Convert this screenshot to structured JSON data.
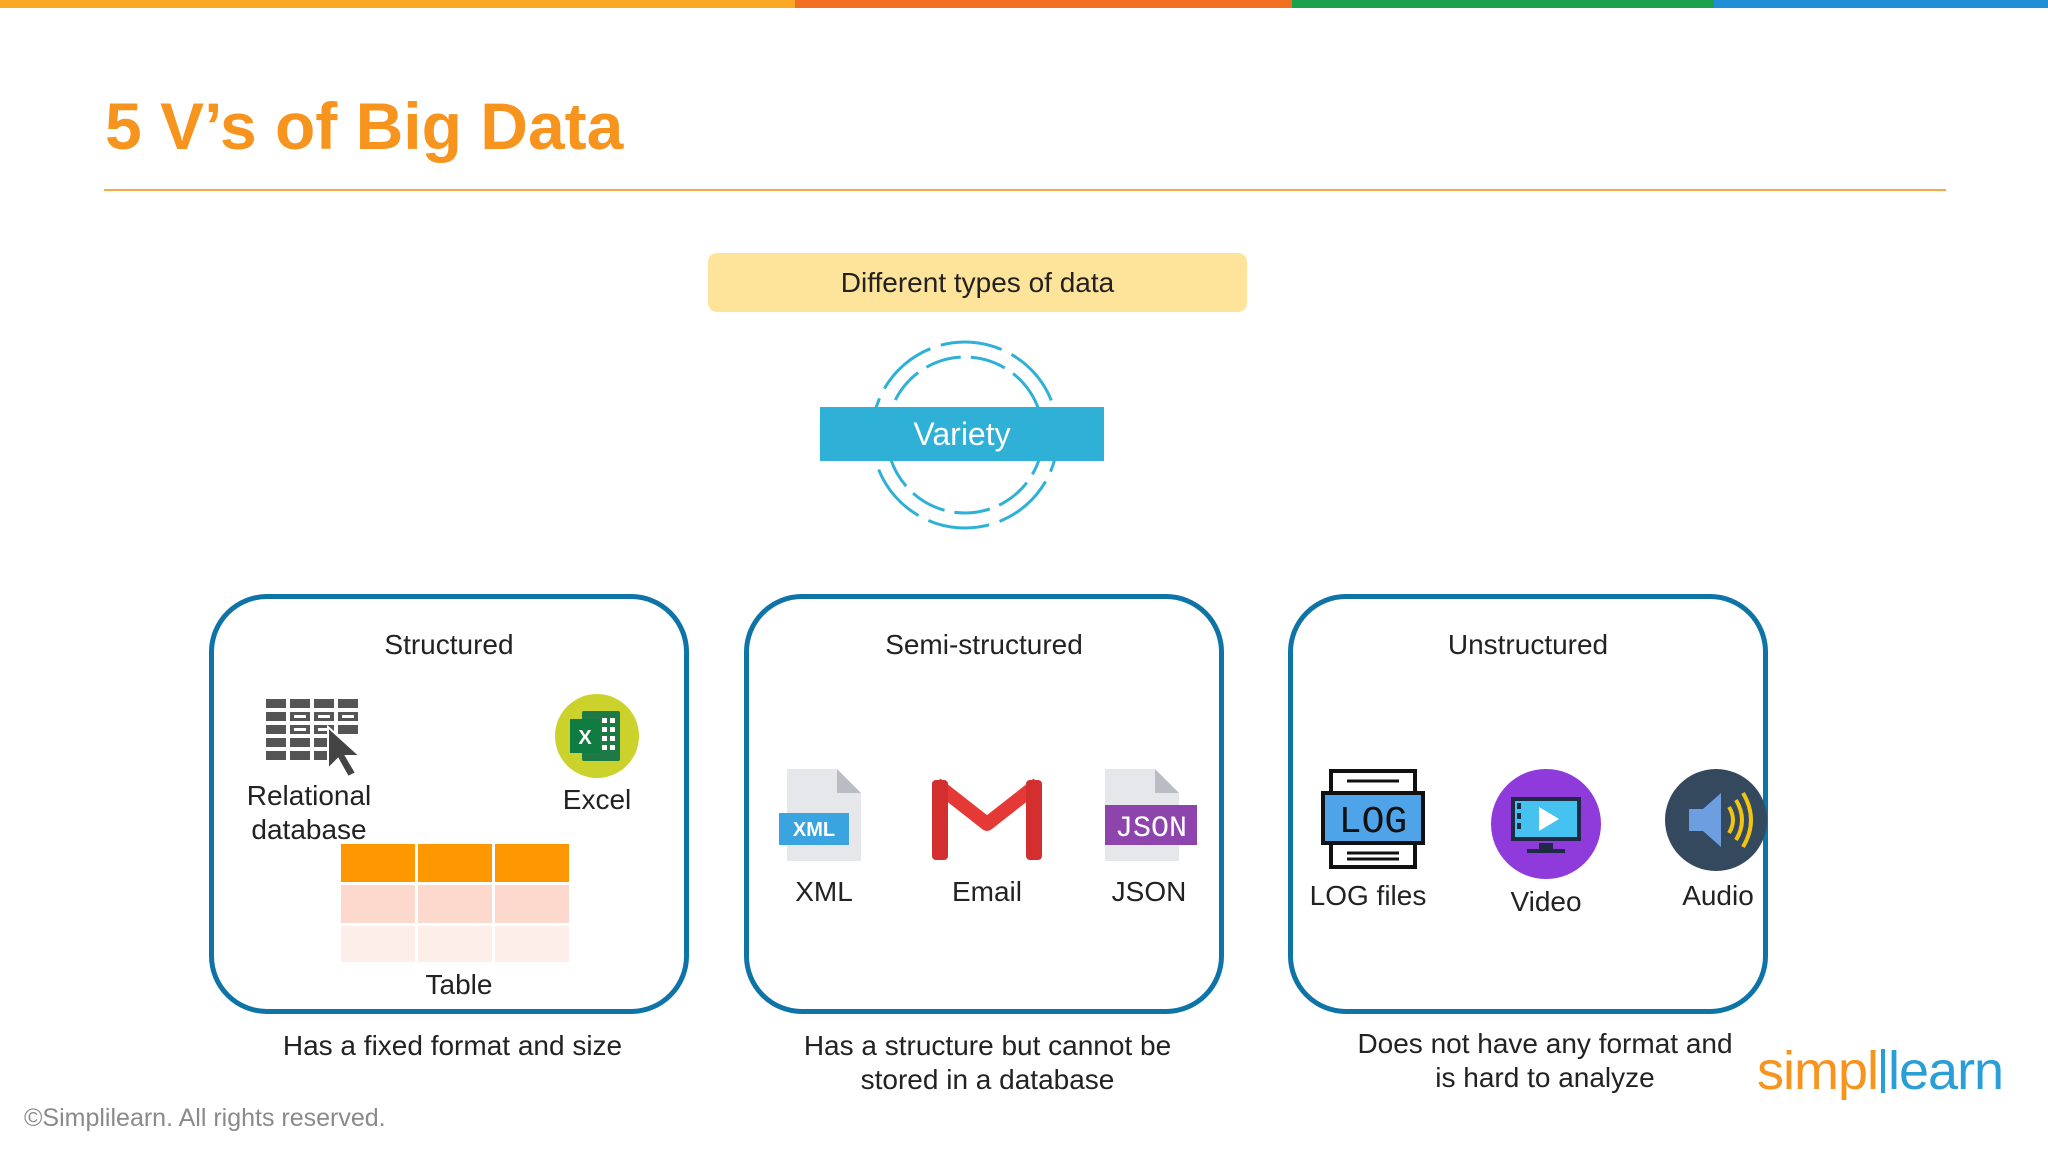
{
  "colors": {
    "accent_orange": "#f7941d",
    "panel_border": "#0e74a8",
    "variety_blue": "#2fb0d7",
    "banner_yellow": "#fde49a",
    "top_bar": [
      "#f9a825",
      "#f26f21",
      "#19a14b",
      "#1f8fd6"
    ]
  },
  "slide": {
    "title": "5 V’s of Big Data"
  },
  "center": {
    "types_label": "Different types of data",
    "variety_label": "Variety"
  },
  "panels": {
    "structured": {
      "title": "Structured",
      "items": {
        "relational": "Relational database",
        "excel": "Excel",
        "table": "Table"
      },
      "description": "Has a fixed format and size",
      "icons": [
        "database-grid-icon",
        "excel-icon",
        "table-icon"
      ]
    },
    "semi": {
      "title": "Semi-structured",
      "items": {
        "xml": "XML",
        "email": "Email",
        "json": "JSON"
      },
      "description": "Has a structure but cannot be stored in a database",
      "icons": [
        "xml-file-icon",
        "gmail-icon",
        "json-file-icon"
      ]
    },
    "unstructured": {
      "title": "Unstructured",
      "items": {
        "log": "LOG files",
        "video": "Video",
        "audio": "Audio"
      },
      "description": "Does not have any format and is hard to analyze",
      "icons": [
        "log-file-icon",
        "video-icon",
        "audio-speaker-icon"
      ]
    }
  },
  "footer": {
    "copyright": "©Simplilearn. All rights reserved.",
    "logo_a": "simpl",
    "logo_b": "learn"
  }
}
